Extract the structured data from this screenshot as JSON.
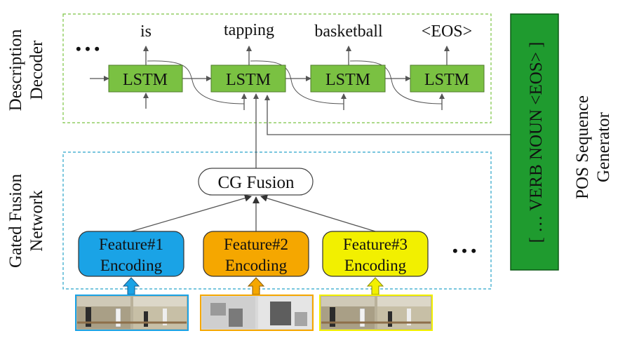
{
  "decoder": {
    "label_line1": "Description",
    "label_line2": "Decoder",
    "ellipsis": "• • •",
    "lstm_label": "LSTM",
    "words": [
      "is",
      "tapping",
      "basketball",
      "<EOS>"
    ]
  },
  "fusion": {
    "label_line1": "Gated Fusion",
    "label_line2": "Network",
    "cg_label": "CG Fusion",
    "ellipsis": "• • •",
    "features": [
      {
        "line1": "Feature#1",
        "line2": "Encoding",
        "color": "#1aa3e6"
      },
      {
        "line1": "Feature#2",
        "line2": "Encoding",
        "color": "#f5a700"
      },
      {
        "line1": "Feature#3",
        "line2": "Encoding",
        "color": "#f2f000"
      }
    ]
  },
  "pos": {
    "sequence_text": "[ … VERB NOUN <EOS> ]",
    "label_line1": "POS Sequence",
    "label_line2": "Generator",
    "color": "#1f9b2f"
  },
  "colors": {
    "lstm_fill": "#7ac142",
    "decoder_border": "#7cc444",
    "fusion_border": "#29a3c9",
    "arrow": "#555555"
  }
}
